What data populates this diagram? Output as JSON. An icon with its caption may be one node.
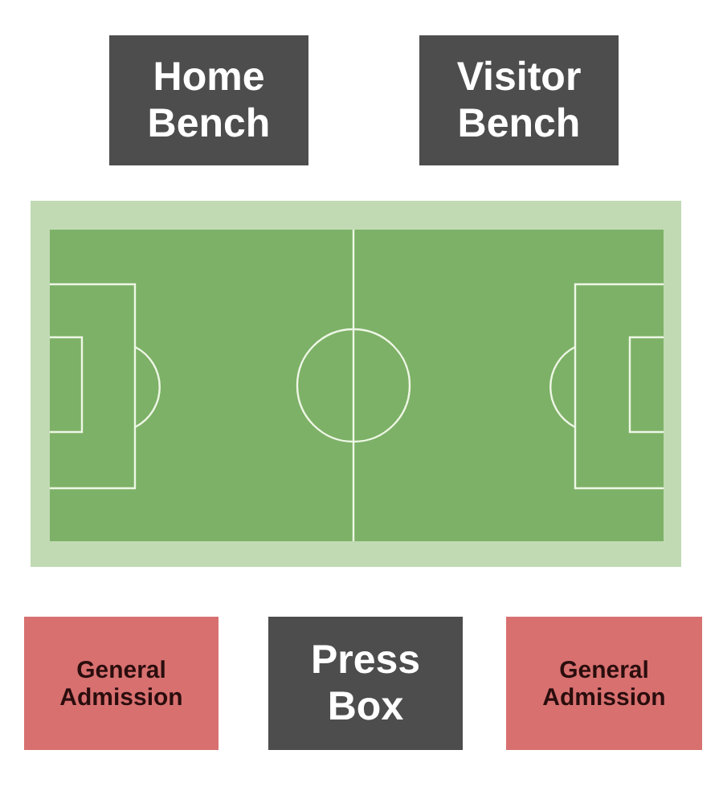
{
  "diagram": {
    "nodes": [
      {
        "text": [
          "Home Bench"
        ]
      },
      {
        "text": [
          "Visitor Bench"
        ]
      },
      {
        "text": [
          "General Admission"
        ]
      },
      {
        "text": [
          "Press Box"
        ]
      },
      {
        "text": [
          "General Admission"
        ]
      }
    ]
  }
}
